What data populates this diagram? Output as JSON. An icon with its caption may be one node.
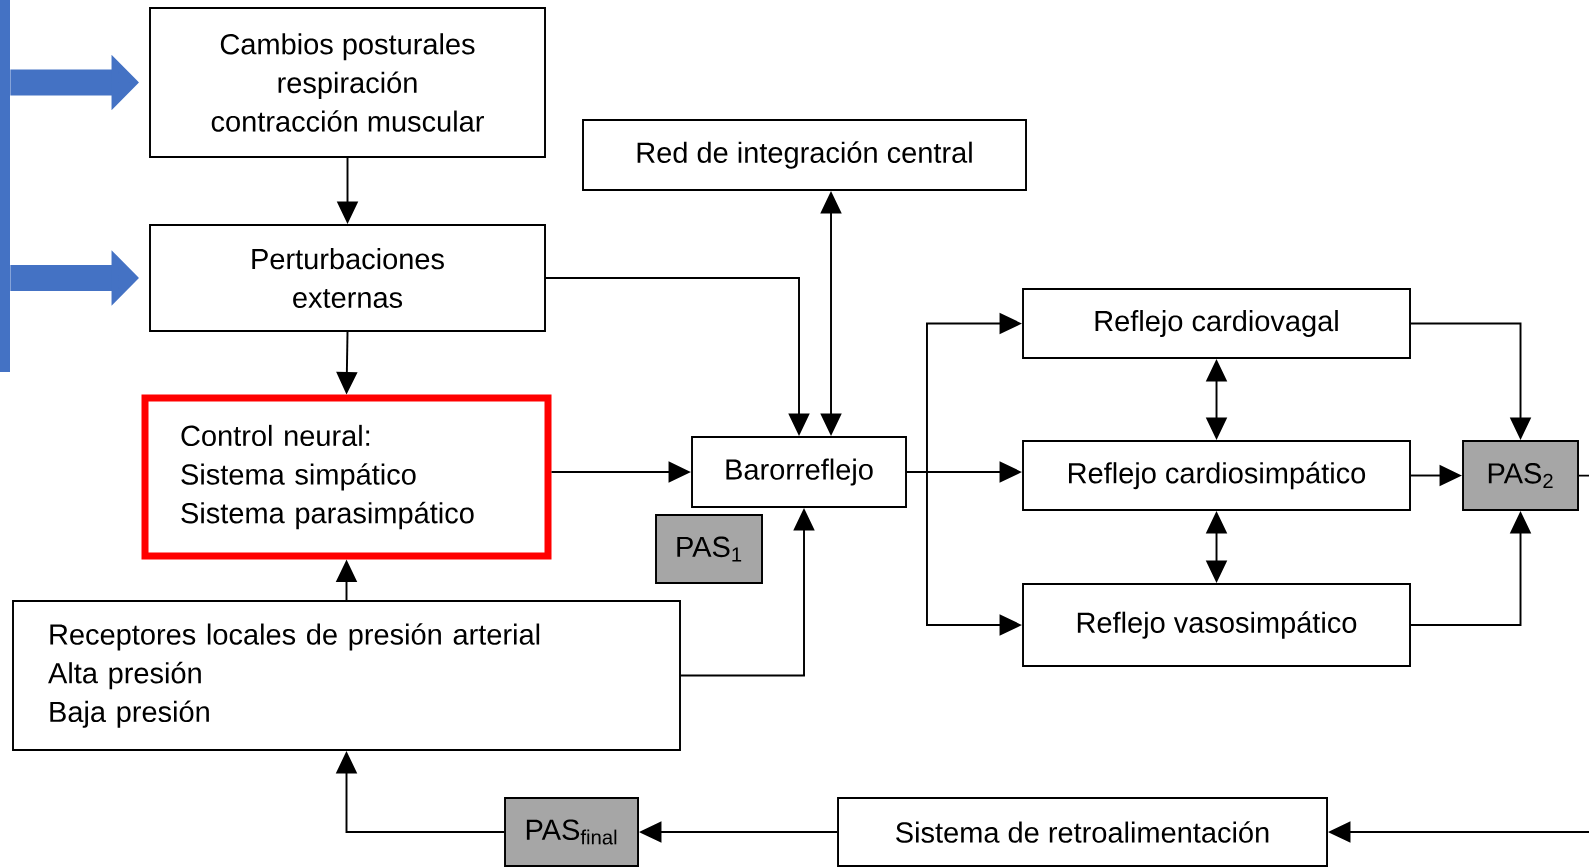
{
  "diagram": {
    "nodes": [
      {
        "text": [
          "Cambios posturales",
          "respiración",
          "contracción muscular"
        ]
      },
      {
        "text": [
          "Red de integración central"
        ]
      },
      {
        "text": [
          "Perturbaciones externas"
        ]
      },
      {
        "text": [
          "Control neural:",
          "Sistema simpático",
          "Sistema parasimpático"
        ]
      },
      {
        "text": [
          "Barorreflejo"
        ]
      },
      {
        "text": [
          "PAS$_{1}$"
        ]
      },
      {
        "text": [
          "Reflejo cardiovagal"
        ]
      },
      {
        "text": [
          "Reflejo cardiosimpático"
        ]
      },
      {
        "text": [
          "Reflejo vasosimpático"
        ]
      },
      {
        "text": [
          "PAS$_{2}$"
        ]
      },
      {
        "text": [
          "Receptores locales de presión arterial",
          "Alta presión",
          "Baja presión"
        ]
      },
      {
        "text": [
          "PAS$_{final}$"
        ]
      },
      {
        "text": [
          "Sistema de retroalimentación"
        ]
      },
      {
        "text": [],
        "shape": "bar"
      }
    ],
    "edges": [
      {
        "from": 0,
        "to": 2,
        "arrow": "to"
      },
      {
        "from": 2,
        "to": 4,
        "arrow": "to"
      },
      {
        "from": 4,
        "to": 1,
        "arrow": "both"
      },
      {
        "from": 2,
        "to": 3,
        "arrow": "to"
      },
      {
        "from": 3,
        "to": 4,
        "arrow": "to"
      },
      {
        "from": 10,
        "to": 3,
        "arrow": "to"
      },
      {
        "from": 10,
        "to": 4,
        "arrow": "to"
      },
      {
        "from": 4,
        "to": 6,
        "arrow": "to"
      },
      {
        "from": 4,
        "to": 7,
        "arrow": "to"
      },
      {
        "from": 4,
        "to": 8,
        "arrow": "to"
      },
      {
        "from": 6,
        "to": 7,
        "arrow": "both"
      },
      {
        "from": 7,
        "to": 8,
        "arrow": "both"
      },
      {
        "from": 6,
        "to": 9,
        "arrow": "to"
      },
      {
        "from": 7,
        "to": 9,
        "arrow": "to"
      },
      {
        "from": 8,
        "to": 9,
        "arrow": "to"
      },
      {
        "from": 9,
        "to": null,
        "arrow": "none"
      },
      {
        "from": null,
        "to": 12,
        "arrow": "to"
      },
      {
        "from": 12,
        "to": 11,
        "arrow": "to"
      },
      {
        "from": 11,
        "to": 10,
        "arrow": "to"
      },
      {
        "from": 13,
        "to": 0,
        "arrow": "to",
        "style": "thick",
        "color": "#4472c4"
      },
      {
        "from": 13,
        "to": 2,
        "arrow": "to",
        "style": "thick",
        "color": "#4472c4"
      }
    ]
  }
}
